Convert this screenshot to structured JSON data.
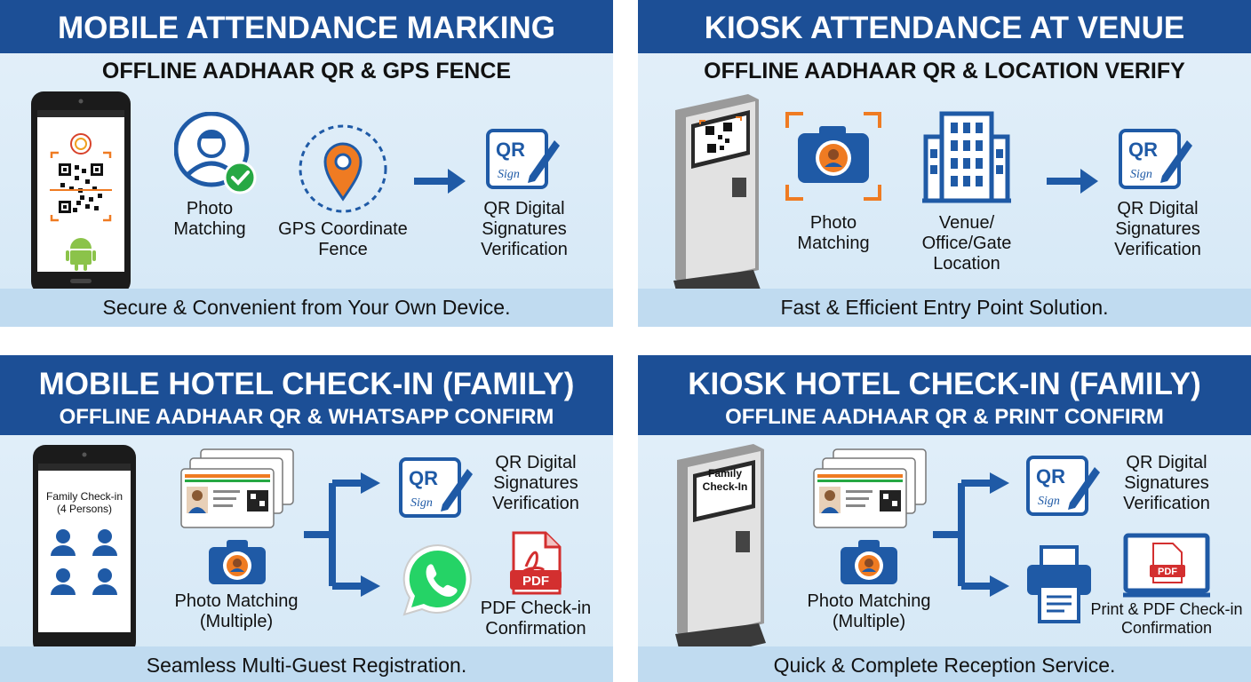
{
  "panels": {
    "mobile_attendance": {
      "title": "MOBILE ATTENDANCE MARKING",
      "subtitle": "OFFLINE AADHAAR QR & GPS FENCE",
      "features": {
        "photo_matching": [
          "Photo",
          "Matching"
        ],
        "gps_fence": [
          "GPS Coordinate",
          "Fence"
        ],
        "qr_verify": [
          "QR Digital",
          "Signatures",
          "Verification"
        ]
      },
      "footer": "Secure & Convenient from Your Own Device."
    },
    "kiosk_attendance": {
      "title": "KIOSK ATTENDANCE AT VENUE",
      "subtitle": "OFFLINE AADHAAR QR & LOCATION VERIFY",
      "features": {
        "photo_matching": [
          "Photo",
          "Matching"
        ],
        "venue_location": [
          "Venue/",
          "Office/Gate",
          "Location"
        ],
        "qr_verify": [
          "QR Digital",
          "Signatures",
          "Verification"
        ]
      },
      "footer": "Fast & Efficient Entry Point Solution."
    },
    "mobile_hotel": {
      "title": "MOBILE HOTEL CHECK-IN (FAMILY)",
      "subtitle": "OFFLINE AADHAAR QR & WHATSAPP CONFIRM",
      "phone_screen": [
        "Family Check-in",
        "(4 Persons)"
      ],
      "features": {
        "photo_matching": [
          "Photo Matching",
          "(Multiple)"
        ],
        "qr_verify": [
          "QR Digital",
          "Signatures",
          "Verification"
        ],
        "pdf_confirm": [
          "PDF Check-in",
          "Confirmation"
        ]
      },
      "footer": "Seamless Multi-Guest Registration."
    },
    "kiosk_hotel": {
      "title": "KIOSK HOTEL CHECK-IN (FAMILY)",
      "subtitle": "OFFLINE AADHAAR QR & PRINT CONFIRM",
      "kiosk_screen": [
        "Family",
        "Check-In"
      ],
      "features": {
        "photo_matching": [
          "Photo Matching",
          "(Multiple)"
        ],
        "qr_verify": [
          "QR Digital",
          "Signatures",
          "Verification"
        ],
        "print_pdf_confirm": [
          "Print & PDF Check-in",
          "Confirmation"
        ]
      },
      "footer": "Quick & Complete Reception Service."
    }
  },
  "icons": {
    "qr_badge_text": "QR",
    "qr_badge_sign": "Sign",
    "pdf_badge_text": "PDF"
  },
  "colors": {
    "header_blue": "#1c4f96",
    "icon_blue": "#1f5aa6",
    "accent_orange": "#ef7b22",
    "check_green": "#27a844",
    "whatsapp_green": "#25d366",
    "pdf_red": "#d32f2f"
  }
}
